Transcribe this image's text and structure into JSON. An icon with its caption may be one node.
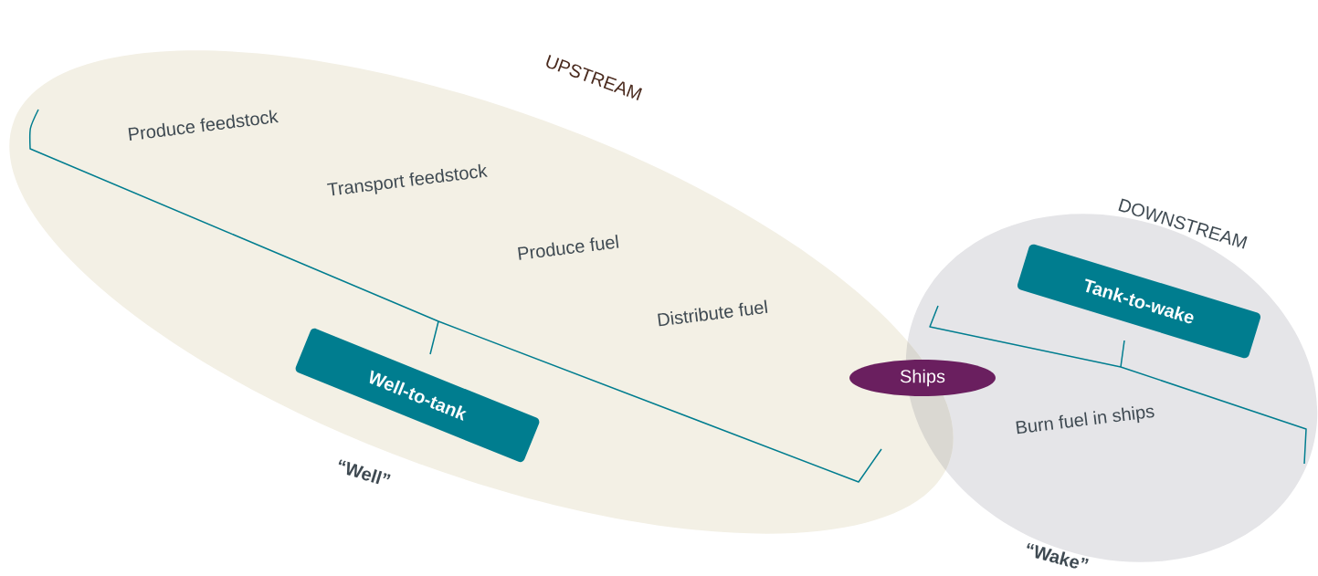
{
  "diagram": {
    "nodes": [
      {
        "text": [
          "UPSTREAM"
        ]
      },
      {
        "text": [
          "Well-to-tank"
        ],
        "in": 0
      },
      {
        "text": [
          "DOWNSTREAM"
        ]
      },
      {
        "text": [
          "Tank-to-wake"
        ],
        "in": 2
      },
      {
        "text": [
          "Ships"
        ]
      }
    ],
    "labels": [
      "Produce feedstock",
      "Transport feedstock",
      "Produce fuel",
      "Distribute fuel",
      "“Well”",
      "Burn fuel in ships",
      "“Wake”"
    ]
  }
}
